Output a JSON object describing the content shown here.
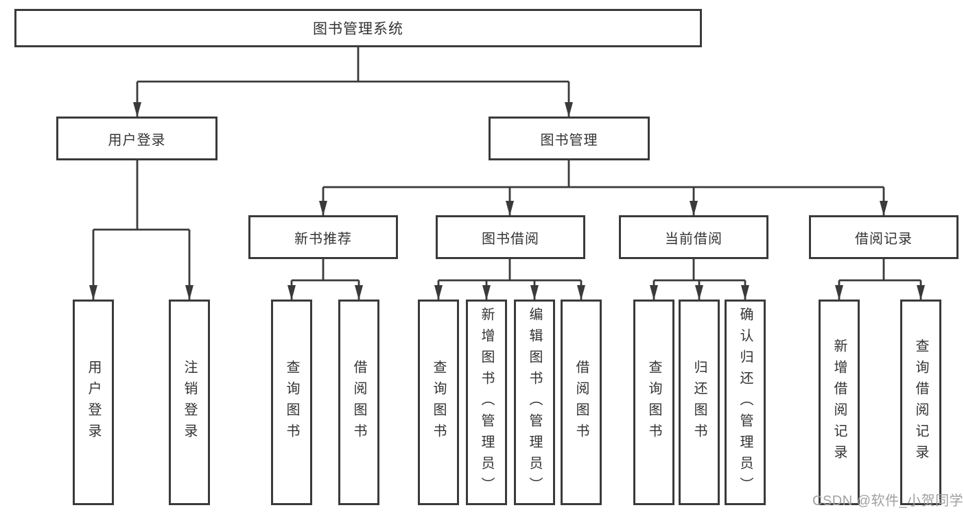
{
  "diagram": {
    "root": "图书管理系统",
    "level1": [
      "用户登录",
      "图书管理"
    ],
    "level2": [
      "新书推荐",
      "图书借阅",
      "当前借阅",
      "借阅记录"
    ],
    "leaves": {
      "login": [
        "用户登录",
        "注销登录"
      ],
      "recommend": [
        "查询图书",
        "借阅图书"
      ],
      "borrow": [
        "查询图书",
        "新增图书（管理员）",
        "编辑图书（管理员）",
        "借阅图书"
      ],
      "current": [
        "查询图书",
        "归还图书",
        "确认归还（管理员）"
      ],
      "records": [
        "新增借阅记录",
        "查询借阅记录"
      ]
    }
  },
  "watermark": "CSDN @软件_小贺同学",
  "colors": {
    "line": "#3a3a3a",
    "box_border": "#3a3a3a",
    "text": "#333333",
    "watermark": "#a0a0a0",
    "background": "#ffffff"
  }
}
